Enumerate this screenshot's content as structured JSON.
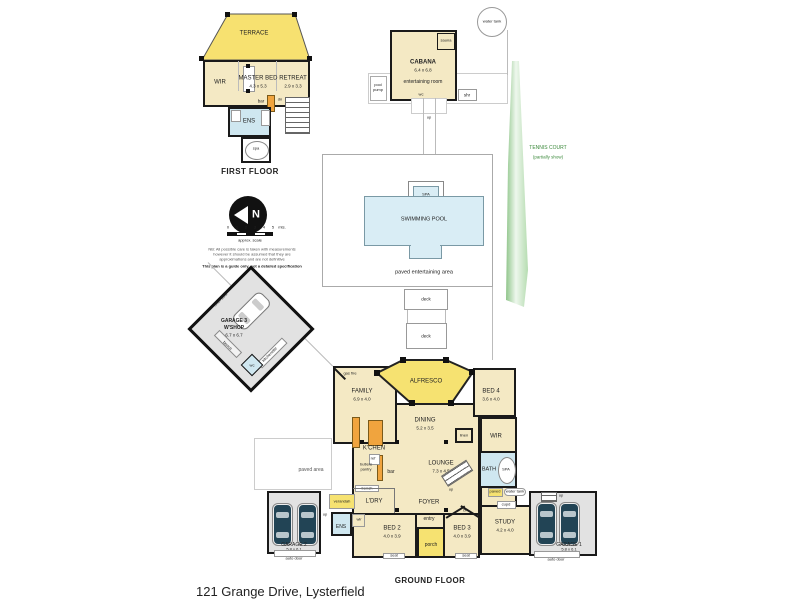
{
  "address": "121 Grange Drive, Lysterfield",
  "first_floor": {
    "section": "FIRST FLOOR",
    "terrace": "TERRACE",
    "wir": "WIR",
    "master_bed": "MASTER BED",
    "master_bed_dims": "4.3 x 5.3",
    "retreat": "RETREAT",
    "retreat_dims": "2.9 x 3.3",
    "bar": "bar",
    "dn": "dn",
    "ens": "ENS",
    "spa": "spa"
  },
  "cabana": {
    "water_tank": "water tank",
    "pool_pump": "pool pump",
    "name": "CABANA",
    "dims": "6.4 x 6.8",
    "entertaining_room": "entertaining room",
    "sauna": "sauna",
    "shr": "shr",
    "wc": "wc",
    "up": "up"
  },
  "tennis_court": {
    "line1": "TENNIS COURT",
    "line2": "(partially show)"
  },
  "pool_area": {
    "spa": "SPA",
    "swimming_pool": "SWIMMING POOL",
    "paved": "paved entertaining area",
    "deck_upper": "deck",
    "deck_lower": "deck"
  },
  "garage3": {
    "name": "GARAGE 3",
    "name2": "W'SHOP",
    "dims": "6.7 x 6.7",
    "roller_door": "roller door",
    "bench": "bench",
    "kitchenette": "kitchenette",
    "wc": "wc"
  },
  "legend": {
    "north": "N",
    "ticks": [
      "0",
      "1",
      "2",
      "3",
      "4",
      "5"
    ],
    "unit": "mts.",
    "approx": "approx. scale",
    "nb1": "NB:  All possible care is taken with measurements",
    "nb2": "however it should be assumed that they are",
    "nb3": "approximations and are not definitive",
    "guide": "This plan is a guide only, not a detailed specification"
  },
  "ground_floor": {
    "section": "GROUND FLOOR",
    "gas_fire": "gas fire",
    "family": "FAMILY",
    "family_dims": "6.9 x 4.0",
    "alfresco": "ALFRESCO",
    "bed4": "BED 4",
    "bed4_dims": "3.6 x 4.0",
    "dining": "DINING",
    "dining_dims": "5.2 x 3.5",
    "kitchen": "K'CHEN",
    "butlers1": "butlers",
    "butlers2": "pantry",
    "bar": "bar",
    "bench": "bench",
    "ref": "ref",
    "lounge": "LOUNGE",
    "lounge_dims": "7.3 x 4.5",
    "linen": "linen",
    "wir": "WIR",
    "bath": "BATH",
    "spa": "SPA",
    "paved": "paved",
    "water_tank": "water tank",
    "cupd": "cupd",
    "ldry": "L'DRY",
    "verandah": "verandah",
    "foyer": "FOYER",
    "up": "up",
    "ens": "ENS",
    "wir_small": "wir",
    "up_small": "up",
    "bed2": "BED 2",
    "bed2_dims": "4.0 x 3.9",
    "entry": "entry",
    "porch": "porch",
    "bed3": "BED 3",
    "bed3_dims": "4.0 x 3.9",
    "br": "br",
    "study": "STUDY",
    "study_dims": "4.2 x 4.0",
    "garage2": "GARAGE 2",
    "garage2_dims": "5.8 x 6.1",
    "garage2_door": "auto door",
    "garage1": "GARAGE 1",
    "garage1_dims": "5.8 x 6.1",
    "garage1_door": "auto door",
    "garage1_up": "up",
    "paved_area": "paved area",
    "seat": "seat"
  },
  "colors": {
    "room_fill": "#f4e9c4",
    "deck_yellow": "#f6e271",
    "wet_blue": "#cfe7f0",
    "bench_orange": "#f0a43e",
    "garage_grey": "#e2e2e2",
    "pool_blue": "#d9edf5",
    "tennis_green": "#a9d6a3",
    "wall": "#1a1a1a"
  }
}
